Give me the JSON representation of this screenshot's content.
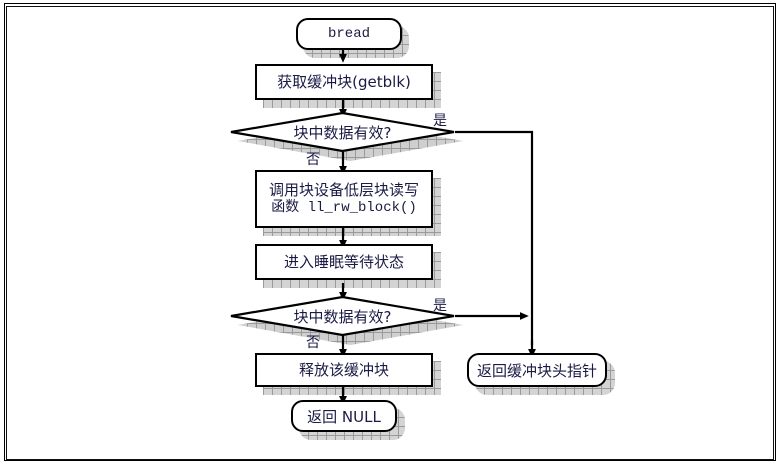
{
  "diagram": {
    "title": "bread flowchart",
    "language": "zh-CN",
    "colors": {
      "stroke": "#000000",
      "text": "#1a1a45",
      "shadow": "#d4d4d4",
      "background": "#ffffff"
    },
    "nodes": [
      {
        "id": "start",
        "type": "terminal",
        "label": "bread"
      },
      {
        "id": "getblk",
        "type": "process",
        "label": "获取缓冲块(getblk)"
      },
      {
        "id": "decision1",
        "type": "decision",
        "label": "块中数据有效?"
      },
      {
        "id": "ll_rw",
        "type": "process",
        "label_line1": "调用块设备低层块读写",
        "label_line2": "函数 ll_rw_block()"
      },
      {
        "id": "sleep",
        "type": "process",
        "label": "进入睡眠等待状态"
      },
      {
        "id": "decision2",
        "type": "decision",
        "label": "块中数据有效?"
      },
      {
        "id": "release",
        "type": "process",
        "label": "释放该缓冲块"
      },
      {
        "id": "return_ptr",
        "type": "terminal",
        "label": "返回缓冲块头指针"
      },
      {
        "id": "return_null",
        "type": "terminal",
        "label": "返回 NULL"
      }
    ],
    "edge_labels": {
      "yes1": "是",
      "no1": "否",
      "yes2": "是",
      "no2": "否"
    },
    "edges": [
      {
        "from": "start",
        "to": "getblk",
        "label": ""
      },
      {
        "from": "getblk",
        "to": "decision1",
        "label": ""
      },
      {
        "from": "decision1",
        "to": "return_ptr",
        "label": "是"
      },
      {
        "from": "decision1",
        "to": "ll_rw",
        "label": "否"
      },
      {
        "from": "ll_rw",
        "to": "sleep",
        "label": ""
      },
      {
        "from": "sleep",
        "to": "decision2",
        "label": ""
      },
      {
        "from": "decision2",
        "to": "return_ptr",
        "label": "是"
      },
      {
        "from": "decision2",
        "to": "release",
        "label": "否"
      },
      {
        "from": "release",
        "to": "return_null",
        "label": ""
      }
    ]
  }
}
